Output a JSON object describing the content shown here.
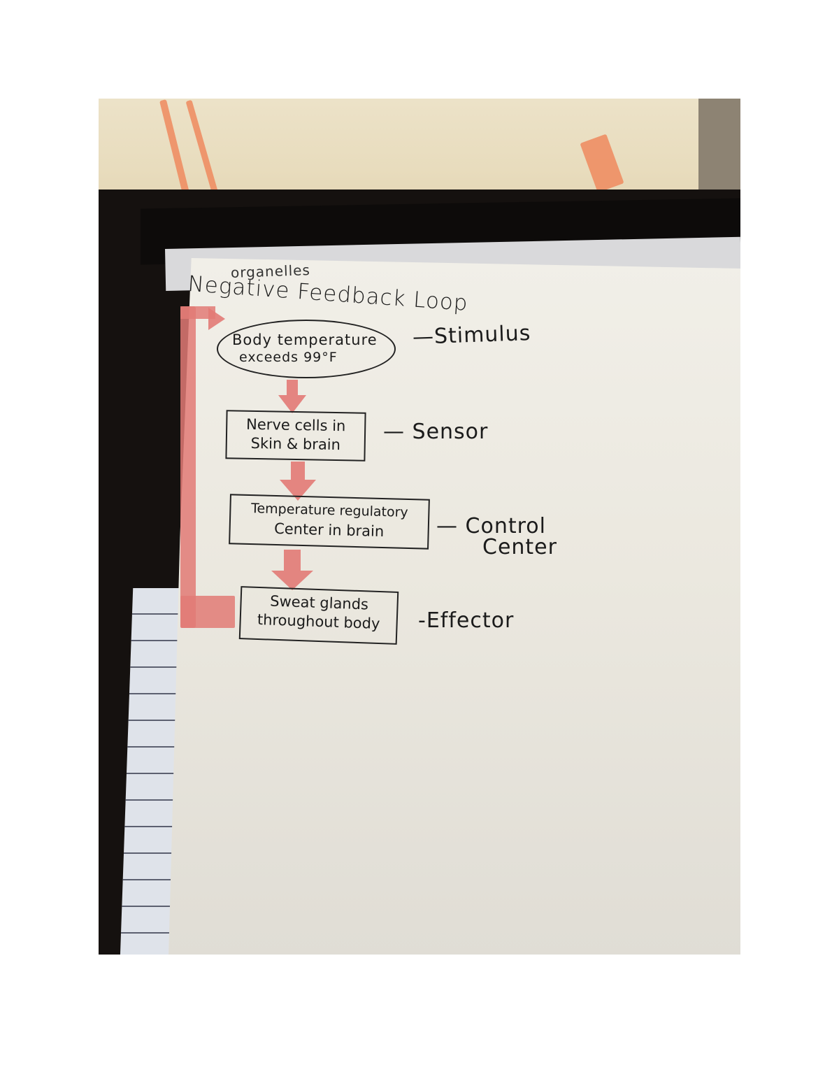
{
  "diagram": {
    "title": "Negative Feedback Loop",
    "back_page_fragment": "organelles",
    "colors": {
      "arrow": "#e27a76",
      "ink": "#1b1b1b",
      "paper": "#efede6",
      "folder": "#15110f",
      "blanket": "#ece2c8",
      "blanket_stripe": "#ef8a5e"
    },
    "nodes": [
      {
        "id": "stimulus",
        "shape": "oval",
        "lines": [
          "Body temperature",
          "exceeds 99°F"
        ],
        "role": "—Stimulus"
      },
      {
        "id": "sensor",
        "shape": "box",
        "lines": [
          "Nerve cells in",
          "Skin & brain"
        ],
        "role": "— Sensor"
      },
      {
        "id": "control_center",
        "shape": "box",
        "lines": [
          "Temperature regulatory",
          "Center in brain"
        ],
        "role_lines": [
          "— Control",
          "Center"
        ]
      },
      {
        "id": "effector",
        "shape": "box",
        "lines": [
          "Sweat glands",
          "throughout body"
        ],
        "role": "-Effector"
      }
    ],
    "edges": [
      {
        "from": "stimulus",
        "to": "sensor",
        "type": "down-arrow"
      },
      {
        "from": "sensor",
        "to": "control_center",
        "type": "down-arrow"
      },
      {
        "from": "control_center",
        "to": "effector",
        "type": "down-arrow"
      },
      {
        "from": "effector",
        "to": "stimulus",
        "type": "feedback-loop-arrow"
      }
    ]
  }
}
